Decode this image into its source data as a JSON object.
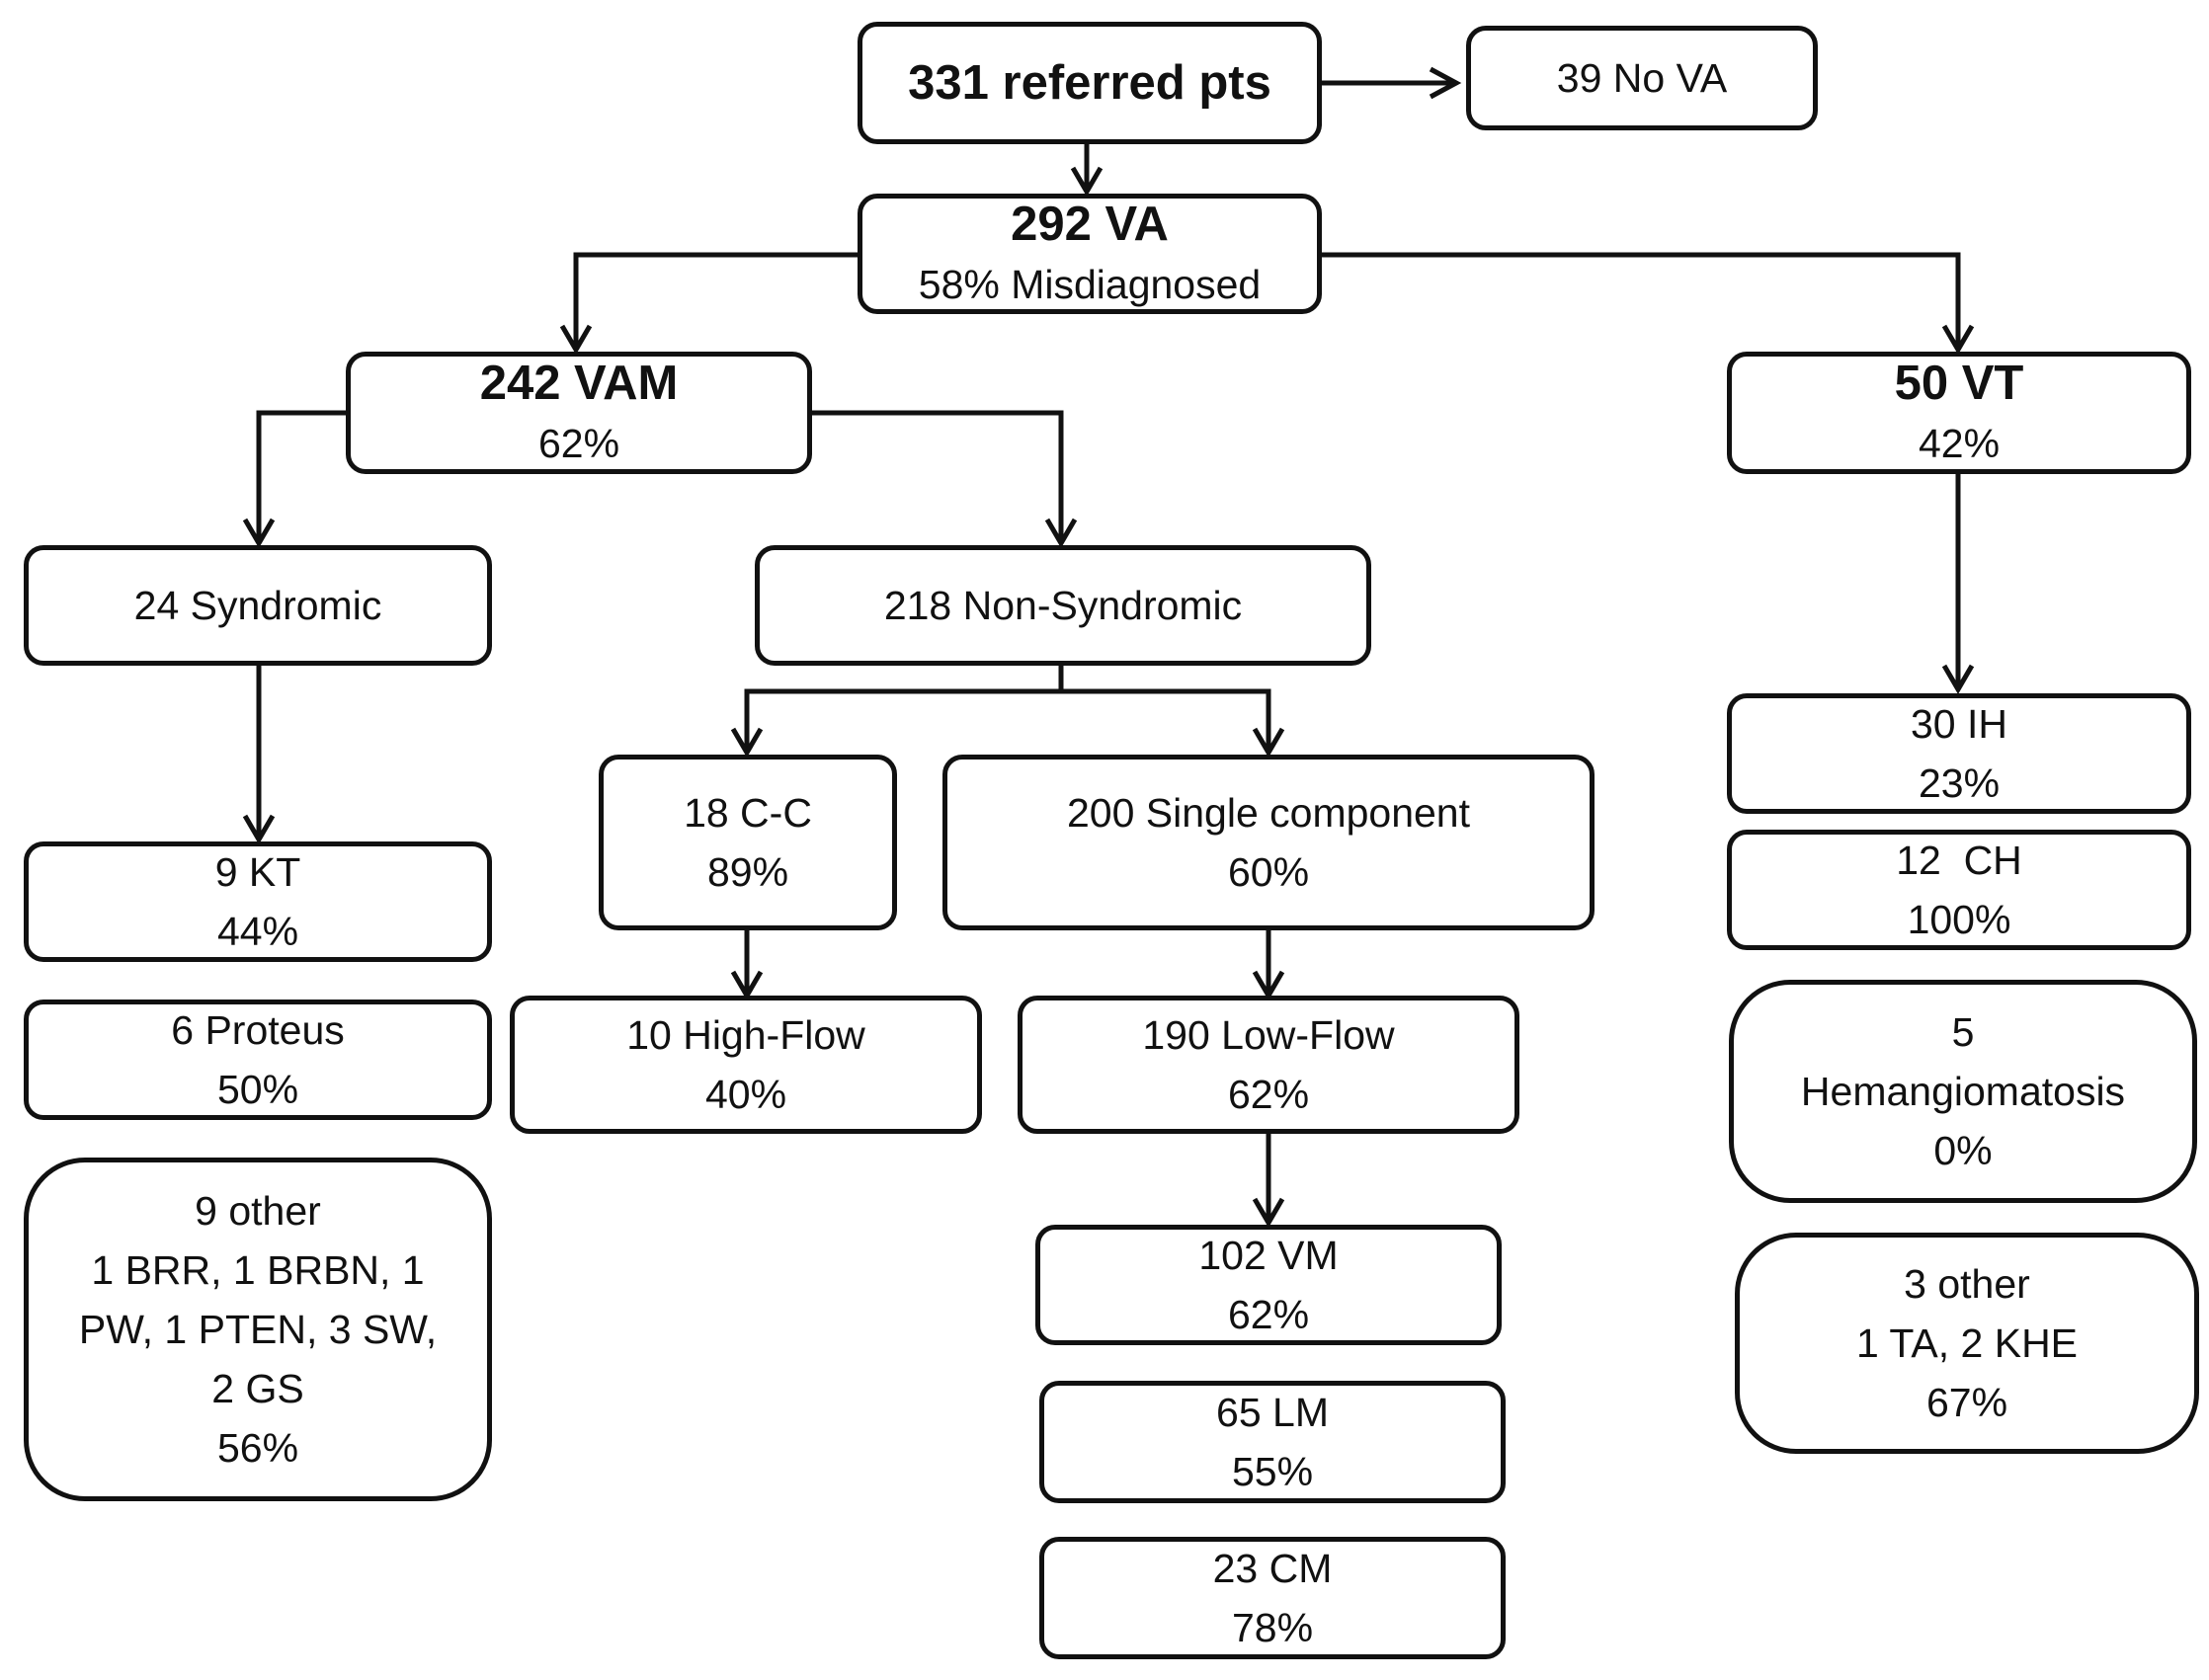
{
  "nodes": {
    "referred": {
      "lines": [
        "331 referred pts"
      ],
      "bold_first": true
    },
    "no_va": {
      "lines": [
        "39 No VA"
      ]
    },
    "va": {
      "lines": [
        "292 VA",
        "58% Misdiagnosed"
      ],
      "bold_first": true
    },
    "vam": {
      "lines": [
        "242 VAM",
        "62%"
      ],
      "bold_first": true
    },
    "vt": {
      "lines": [
        "50 VT",
        "42%"
      ],
      "bold_first": true
    },
    "syndromic": {
      "lines": [
        "24 Syndromic"
      ]
    },
    "non_syndromic": {
      "lines": [
        "218 Non-Syndromic"
      ]
    },
    "kt": {
      "lines": [
        "9 KT",
        "44%"
      ]
    },
    "proteus": {
      "lines": [
        "6 Proteus",
        "50%"
      ]
    },
    "syn_other": {
      "lines": [
        "9 other",
        "1 BRR, 1 BRBN, 1",
        "PW, 1 PTEN, 3 SW,",
        "2 GS",
        "56%"
      ]
    },
    "cc": {
      "lines": [
        "18 C-C",
        "89%"
      ]
    },
    "single": {
      "lines": [
        "200 Single component",
        "60%"
      ]
    },
    "high_flow": {
      "lines": [
        "10 High-Flow",
        "40%"
      ]
    },
    "low_flow": {
      "lines": [
        "190 Low-Flow",
        "62%"
      ]
    },
    "vm": {
      "lines": [
        "102 VM",
        "62%"
      ]
    },
    "lm": {
      "lines": [
        "65 LM",
        "55%"
      ]
    },
    "cm": {
      "lines": [
        "23 CM",
        "78%"
      ]
    },
    "ih": {
      "lines": [
        "30 IH",
        "23%"
      ]
    },
    "ch": {
      "lines": [
        "12  CH",
        "100%"
      ]
    },
    "hemangiomatosis": {
      "lines": [
        "5",
        "Hemangiomatosis",
        "0%"
      ]
    },
    "vt_other": {
      "lines": [
        "3 other",
        "1 TA, 2 KHE",
        "67%"
      ]
    }
  },
  "colors": {
    "stroke": "#111111",
    "background": "#ffffff"
  }
}
